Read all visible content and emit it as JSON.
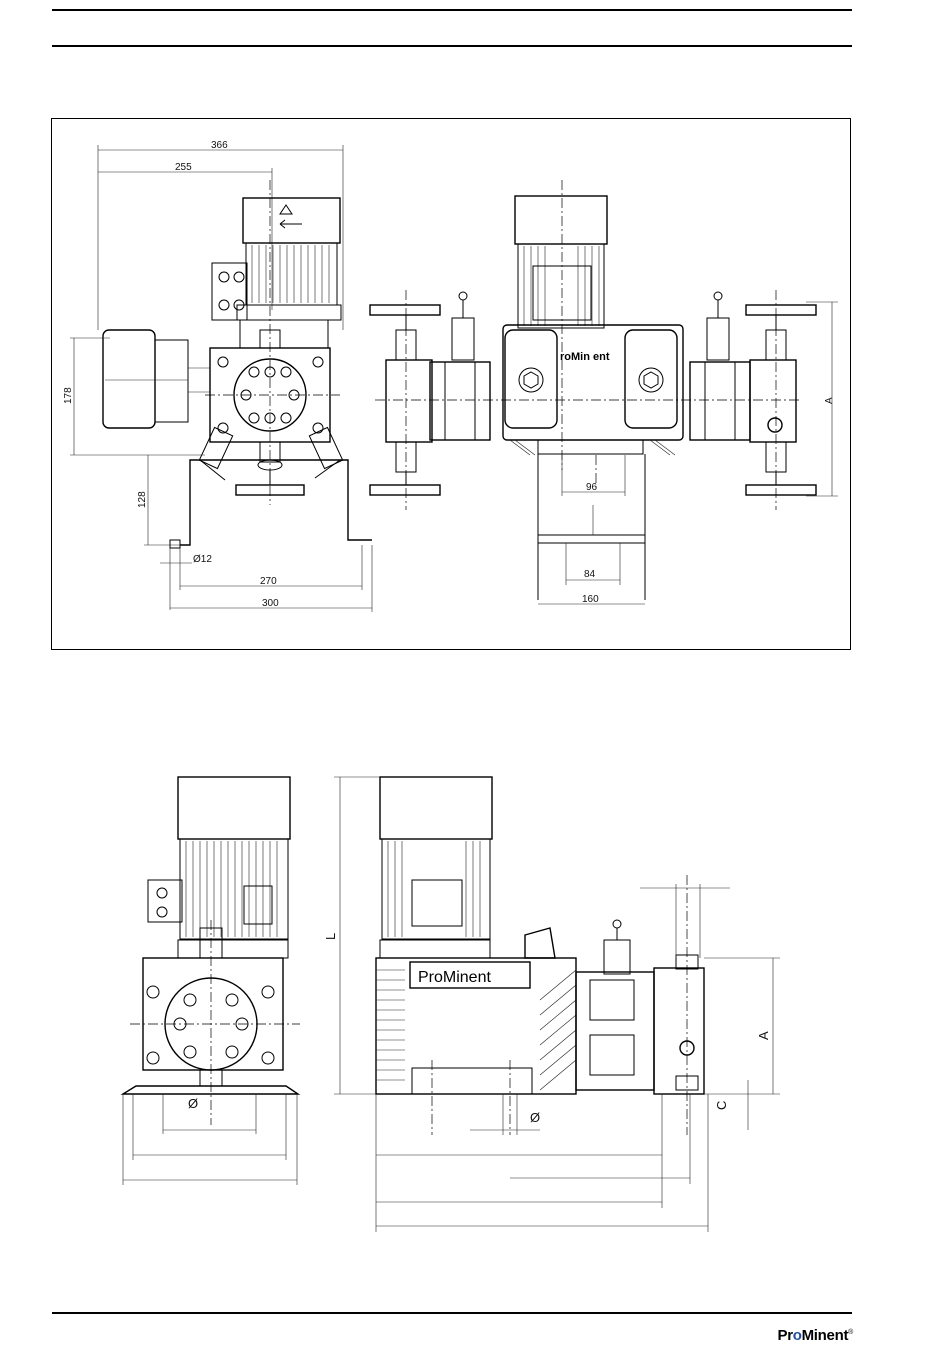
{
  "drawing_top": {
    "dims": {
      "d366": "366",
      "d255": "255",
      "d178": "178",
      "d128": "128",
      "d12": "Ø12",
      "d270": "270",
      "d300": "300",
      "d96": "96",
      "d84": "84",
      "d160": "160",
      "dA": "A"
    }
  },
  "drawing_bottom": {
    "dims": {
      "dL": "L",
      "dA": "A",
      "dC": "C",
      "dPhi1": "Ø",
      "dPhi2": "Ø"
    },
    "nameplate": "ProMinent"
  },
  "footer": {
    "logo_pro": "Pr",
    "logo_o": "o",
    "logo_minent": "Minent",
    "logo_reg": "®"
  }
}
